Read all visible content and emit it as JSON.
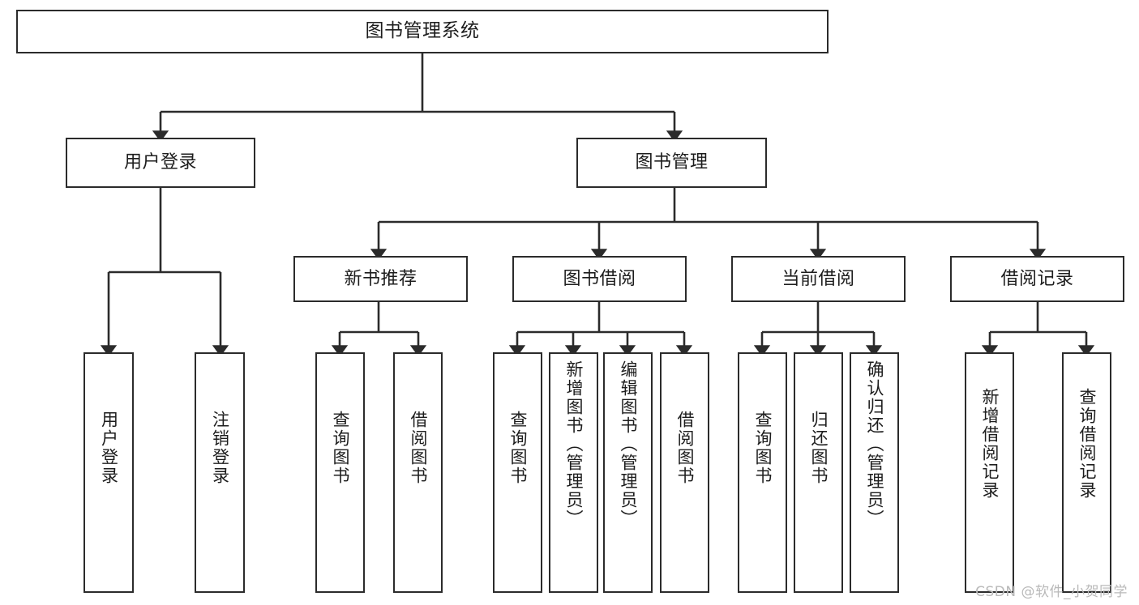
{
  "diagram": {
    "title": "图书管理系统",
    "type": "tree-hierarchy-chart",
    "line_color": "#2b2b2b",
    "box_fill": "#ffffff",
    "text_color": "#1d1d1d"
  },
  "watermark": {
    "text": "CSDN @软件_小贺同学",
    "color": "#b9b9b9"
  },
  "nodes": {
    "root": {
      "label": "图书管理系统"
    },
    "level2": [
      {
        "label": "用户登录"
      },
      {
        "label": "图书管理"
      }
    ],
    "level3": [
      {
        "label": "新书推荐"
      },
      {
        "label": "图书借阅"
      },
      {
        "label": "当前借阅"
      },
      {
        "label": "借阅记录"
      }
    ],
    "leaves": [
      {
        "label": "用户登录",
        "parent": "用户登录"
      },
      {
        "label": "注销登录",
        "parent": "用户登录"
      },
      {
        "label": "查询图书",
        "parent": "新书推荐"
      },
      {
        "label": "借阅图书",
        "parent": "新书推荐"
      },
      {
        "label": "查询图书",
        "parent": "图书借阅"
      },
      {
        "label": "新增图书（管理员）",
        "parent": "图书借阅"
      },
      {
        "label": "编辑图书（管理员）",
        "parent": "图书借阅"
      },
      {
        "label": "借阅图书",
        "parent": "图书借阅"
      },
      {
        "label": "查询图书",
        "parent": "当前借阅"
      },
      {
        "label": "归还图书",
        "parent": "当前借阅"
      },
      {
        "label": "确认归还（管理员）",
        "parent": "当前借阅"
      },
      {
        "label": "新增借阅记录",
        "parent": "借阅记录"
      },
      {
        "label": "查询借阅记录",
        "parent": "借阅记录"
      }
    ]
  },
  "chart_data": {
    "type": "table",
    "title": "图书管理系统 功能结构图",
    "hierarchy": [
      {
        "label": "图书管理系统",
        "children": [
          {
            "label": "用户登录",
            "children": [
              {
                "label": "用户登录"
              },
              {
                "label": "注销登录"
              }
            ]
          },
          {
            "label": "图书管理",
            "children": [
              {
                "label": "新书推荐",
                "children": [
                  {
                    "label": "查询图书"
                  },
                  {
                    "label": "借阅图书"
                  }
                ]
              },
              {
                "label": "图书借阅",
                "children": [
                  {
                    "label": "查询图书"
                  },
                  {
                    "label": "新增图书（管理员）"
                  },
                  {
                    "label": "编辑图书（管理员）"
                  },
                  {
                    "label": "借阅图书"
                  }
                ]
              },
              {
                "label": "当前借阅",
                "children": [
                  {
                    "label": "查询图书"
                  },
                  {
                    "label": "归还图书"
                  },
                  {
                    "label": "确认归还（管理员）"
                  }
                ]
              },
              {
                "label": "借阅记录",
                "children": [
                  {
                    "label": "新增借阅记录"
                  },
                  {
                    "label": "查询借阅记录"
                  }
                ]
              }
            ]
          }
        ]
      }
    ]
  }
}
